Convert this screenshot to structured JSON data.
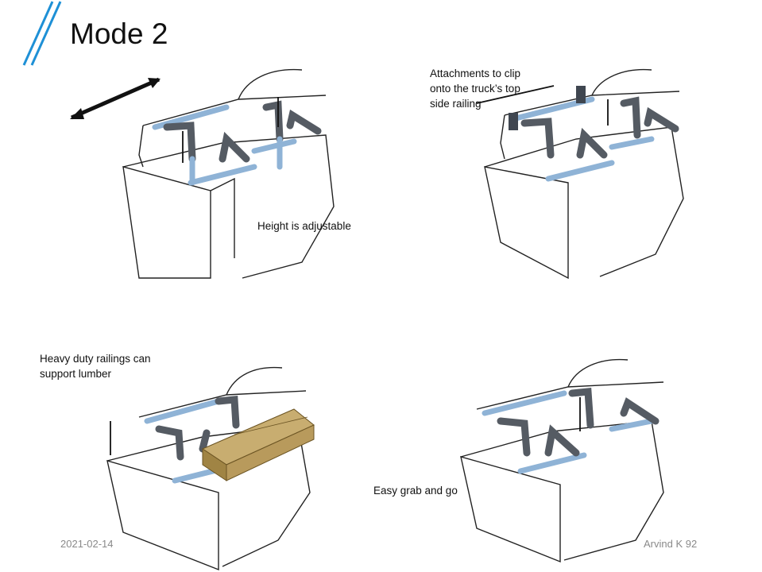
{
  "slide": {
    "title": "Mode 2",
    "accent_color": "#1e90d6",
    "panels": [
      {
        "id": "top-left",
        "caption": "Height is adjustable"
      },
      {
        "id": "top-right",
        "caption_lines": [
          "Attachments to clip",
          "onto the truck’s top",
          "side railing"
        ]
      },
      {
        "id": "bottom-left",
        "caption_lines": [
          "Heavy duty railings can",
          "support lumber"
        ]
      },
      {
        "id": "bottom-right",
        "caption": "Easy grab and go"
      }
    ],
    "footer": {
      "date": "2021-02-14",
      "author_page": "Arvind K 92"
    },
    "colors": {
      "rail": "#8fb3d6",
      "rail_dark": "#4a6f94",
      "post": "#555b63",
      "lumber": "#b89a5c",
      "outline": "#222222"
    }
  }
}
